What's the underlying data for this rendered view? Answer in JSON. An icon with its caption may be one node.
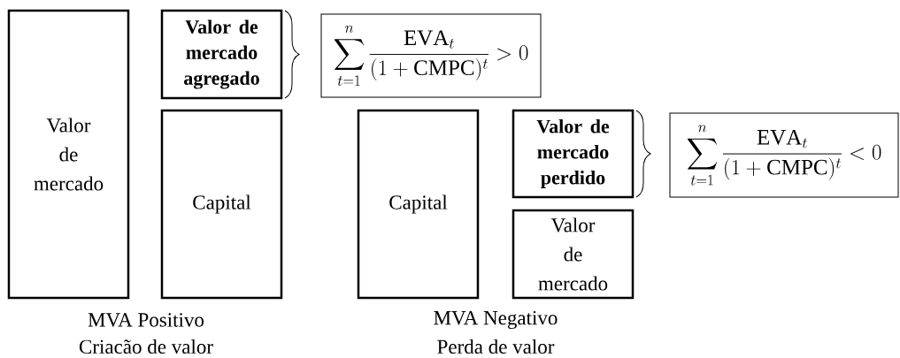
{
  "diagram": {
    "nodes": [
      {
        "text": [
          "Valor de mercado"
        ]
      },
      {
        "text": [
          "Valor de mercado agregado"
        ]
      },
      {
        "text": [
          "\\sum_{t=1}^{n}\\frac{\\mathrm{EVA}_{t}}{(1+\\mathrm{CMPC})^{t}} > 0"
        ]
      },
      {
        "text": [
          "Capital"
        ]
      },
      {
        "text": [
          "Capital"
        ]
      },
      {
        "text": [
          "Valor de mercado perdido"
        ]
      },
      {
        "text": [
          "\\sum_{t=1}^{n}\\frac{\\mathrm{EVA}_{t}}{(1+\\mathrm{CMPC})^{t}} < 0"
        ]
      },
      {
        "text": [
          "Valor de mercado"
        ]
      }
    ],
    "labels": [
      "MVA Positivo",
      "Criacão de valor",
      "MVA Negativo",
      "Perda de valor"
    ]
  }
}
